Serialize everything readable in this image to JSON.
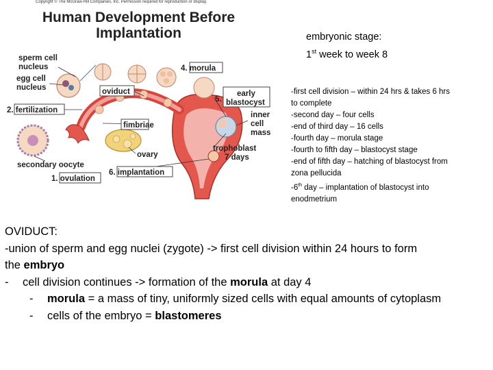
{
  "figure": {
    "copyright": "Copyright © The McGraw-Hill Companies, Inc. Permission required for reproduction or display.",
    "title_line1": "Human Development Before",
    "title_line2": "Implantation",
    "labels": {
      "sperm_cell_nucleus_1": "sperm cell",
      "sperm_cell_nucleus_2": "nucleus",
      "egg_cell_nucleus_1": "egg cell",
      "egg_cell_nucleus_2": "nucleus",
      "morula": "4. morula",
      "oviduct": "oviduct",
      "early_blastocyst_num": "5.",
      "early_blastocyst_1": "early",
      "early_blastocyst_2": "blastocyst",
      "fertilization": "2. fertilization",
      "fimbriae": "fimbriae",
      "inner_cell_mass_1": "inner",
      "inner_cell_mass_2": "cell",
      "inner_cell_mass_3": "mass",
      "ovary": "ovary",
      "trophoblast_1": "trophoblast",
      "trophoblast_2": "7 days",
      "secondary_oocyte": "secondary oocyte",
      "implantation": "6. implantation",
      "ovulation": "1. ovulation"
    }
  },
  "stage": {
    "line1": "embryonic stage:",
    "line2_pre": "1",
    "line2_sup": "st",
    "line2_post": " week to week 8"
  },
  "timeline": [
    "-first cell division – within 24 hrs & takes 6 hrs",
    "to complete",
    "-second day – four cells",
    "-end of third day – 16 cells",
    "-fourth day – morula stage",
    "-fourth to fifth day – blastocyst stage",
    "-end of fifth day – hatching of blastocyst from",
    "zona pellucida"
  ],
  "timeline_last": {
    "pre": "-6",
    "sup": "th",
    "post": " day – implantation of blastocyst into",
    "line2": "enodmetrium"
  },
  "notes": {
    "heading": "OVIDUCT:",
    "line1": "-union of sperm and egg nuclei (zygote) -> first cell division within 24 hours  to form",
    "line2_pre": "the ",
    "line2_bold": "embryo",
    "bullet1_dash": "-",
    "bullet1_pre": "cell division continues -> formation of the ",
    "bullet1_bold": "morula",
    "bullet1_post": " at day 4",
    "sub1_dash": "-",
    "sub1_bold": "morula",
    "sub1_post": " = a mass of tiny, uniformly sized cells with equal amounts of cytoplasm",
    "sub2_dash": "-",
    "sub2_pre": "cells of the embryo = ",
    "sub2_bold": "blastomeres"
  },
  "colors": {
    "tissue_red": "#d9443a",
    "tissue_pink": "#f0a09a",
    "ovary_yellow": "#f2d27a",
    "cell_peach": "#f6c7a8",
    "cell_blue": "#c9d6e6"
  }
}
